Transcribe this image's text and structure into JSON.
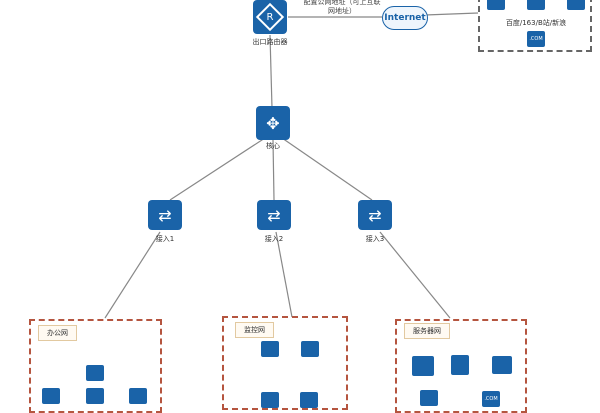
{
  "router": {
    "label": "出口路由器",
    "note": "配置公网地址（可上互联网地址）",
    "glyph": "R"
  },
  "internet": {
    "label": "Internet"
  },
  "external": {
    "label": "百度/163/B站/新浪",
    "com": ".COM"
  },
  "core": {
    "label": "核心"
  },
  "access": [
    {
      "label": "接入1"
    },
    {
      "label": "接入2"
    },
    {
      "label": "接入3"
    }
  ],
  "zones": {
    "office": {
      "label": "办公网"
    },
    "monitor": {
      "label": "监控网"
    },
    "server": {
      "label": "服务器网",
      "com": ".COM"
    }
  },
  "colors": {
    "device": "#1a63a8",
    "zone_border": "#b5553f"
  }
}
